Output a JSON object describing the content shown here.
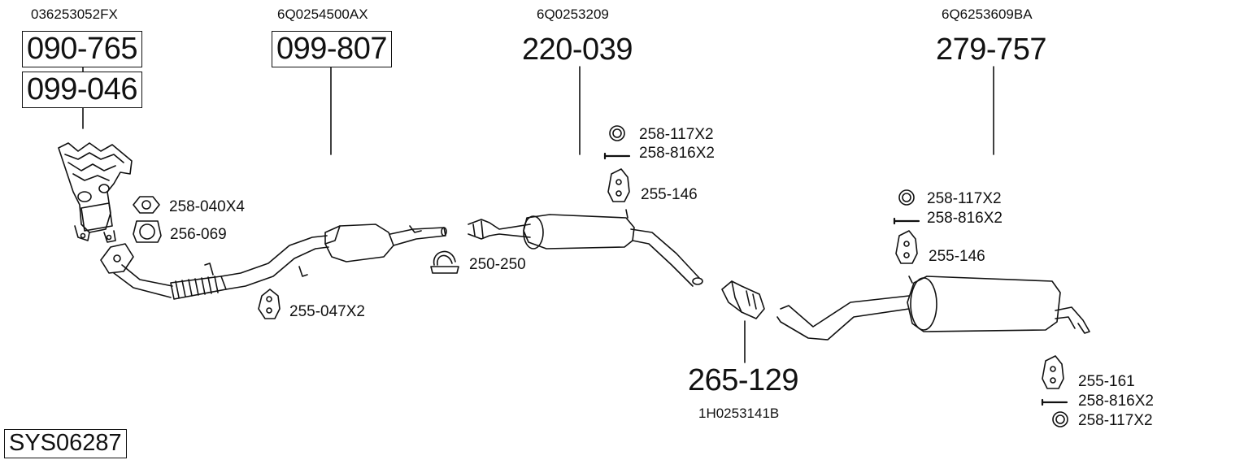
{
  "oe_numbers": {
    "manifold": "036253052FX",
    "front_pipe": "6Q0254500AX",
    "center_muffler": "6Q0253209",
    "rear_muffler": "6Q6253609BA",
    "connector": "1H0253141B"
  },
  "part_numbers": {
    "manifold_a": "090-765",
    "manifold_b": "099-046",
    "front_pipe": "099-807",
    "center_muffler": "220-039",
    "rear_muffler": "279-757",
    "connector": "265-129"
  },
  "hardware": {
    "nut": "258-040X4",
    "gasket_front": "256-069",
    "hanger_front": "255-047X2",
    "clamp": "250-250",
    "ring_center": "258-117X2",
    "bolt_center": "258-816X2",
    "hanger_center": "255-146",
    "ring_rear": "258-117X2",
    "bolt_rear": "258-816X2",
    "hanger_rear": "255-146",
    "hanger_tail": "255-161",
    "bolt_tail": "258-816X2",
    "ring_tail": "258-117X2"
  },
  "system_id": "SYS06287"
}
